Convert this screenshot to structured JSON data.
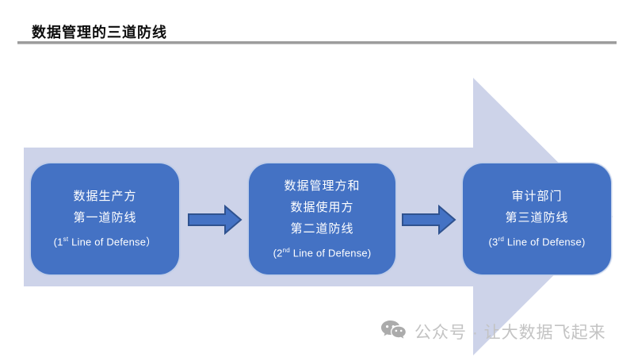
{
  "slide": {
    "title": "数据管理的三道防线"
  },
  "colors": {
    "big_arrow": "#cdd3e9",
    "box_fill": "#4472c4",
    "connector_fill": "#4472c4",
    "connector_stroke": "#2f528f",
    "divider": "#9c9c9c",
    "watermark_icon": "#ababab",
    "watermark_text": "#c3c3c3"
  },
  "diagram": {
    "boxes": [
      {
        "cn_line1": "数据生产方",
        "cn_line2": "第一道防线",
        "en": {
          "prefix": "(1",
          "sup": "st",
          "rest": " Line of Defense）"
        }
      },
      {
        "cn_line1": "数据管理方和",
        "cn_line2": "数据使用方",
        "cn_line3": "第二道防线",
        "en": {
          "prefix": "(2",
          "sup": "nd",
          "rest": " Line of Defense)"
        }
      },
      {
        "cn_line1": "审计部门",
        "cn_line2": "第三道防线",
        "en": {
          "prefix": "(3",
          "sup": "rd",
          "rest": " Line of Defense)"
        }
      }
    ]
  },
  "watermark": {
    "text": "公众号 · 让大数据飞起来",
    "icon": "wechat-icon"
  }
}
